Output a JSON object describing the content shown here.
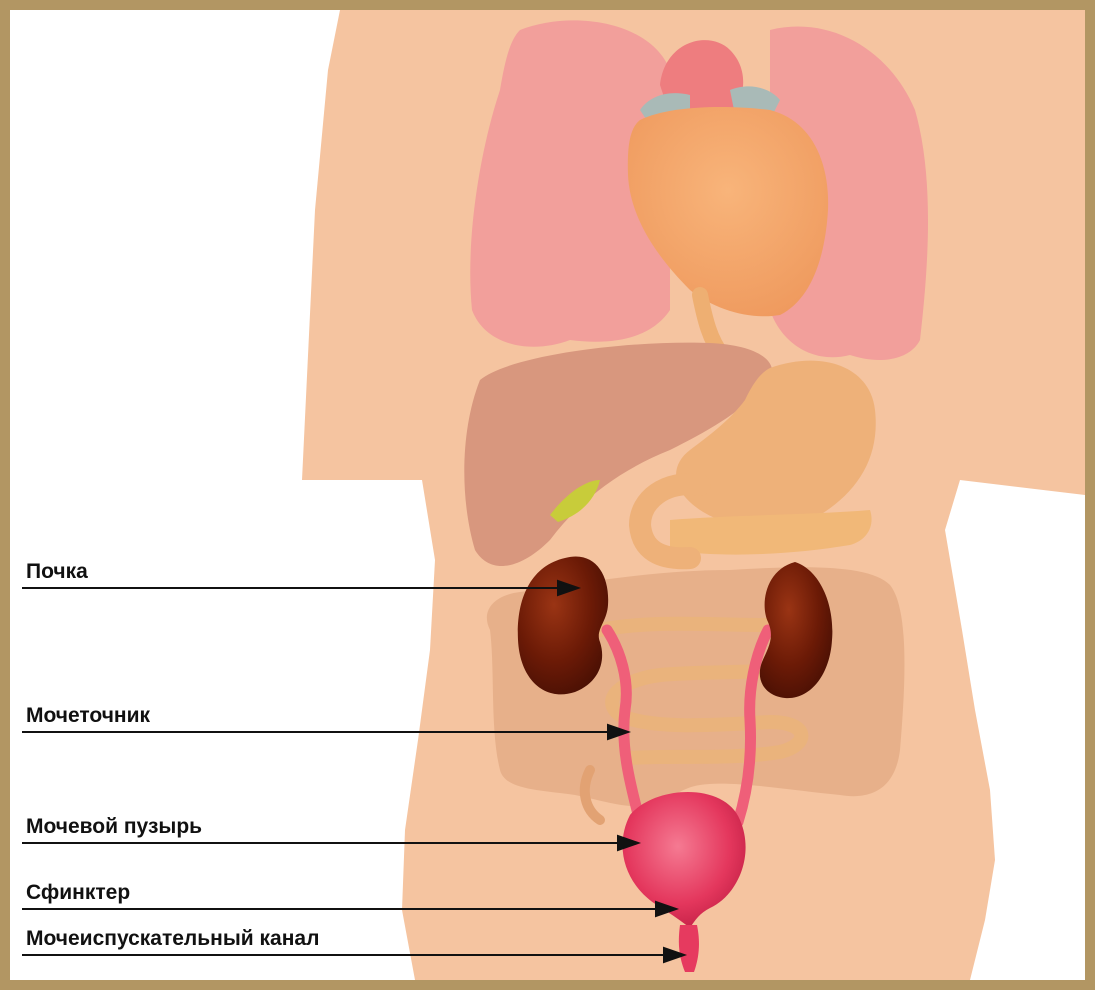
{
  "labels": {
    "kidney": "Почка",
    "ureter": "Мочеточник",
    "bladder": "Мочевой пузырь",
    "sphincter": "Сфинктер",
    "urethra": "Мочеиспускательный канал"
  },
  "colors": {
    "frame": "#b29663",
    "skin": "#f5c4a0",
    "lungs": "#f29f9b",
    "heart": "#f5a56c",
    "aorta": "#ee7d7f",
    "liver": "#d8977e",
    "stomach": "#eeb179",
    "intestines": "#e3ab84",
    "gallbladder": "#c8cc3a",
    "kidney": "#6e1c08",
    "ureter": "#ef5f79",
    "bladder": "#e63a5f",
    "pointer": "#111111"
  }
}
